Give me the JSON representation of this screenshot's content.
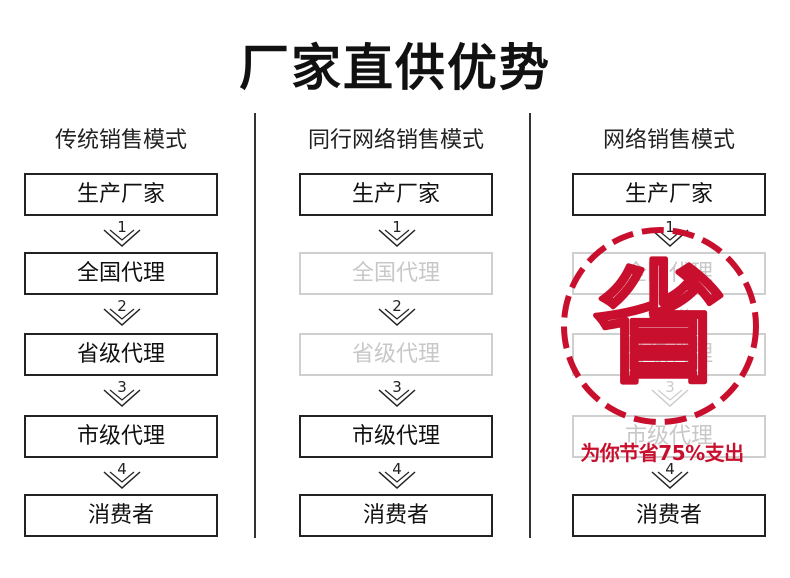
{
  "title": "厂家直供优势",
  "columns": [
    {
      "heading": "传统销售模式",
      "boxes": [
        "生产厂家",
        "全国代理",
        "省级代理",
        "市级代理",
        "消费者"
      ],
      "steps": [
        "1",
        "2",
        "3",
        "4"
      ]
    },
    {
      "heading": "同行网络销售模式",
      "boxes": [
        "生产厂家",
        "全国代理",
        "省级代理",
        "市级代理",
        "消费者"
      ],
      "steps": [
        "1",
        "2",
        "3",
        "4"
      ]
    },
    {
      "heading": "网络销售模式",
      "boxes": [
        "生产厂家",
        "全国代理",
        "省级代理",
        "市级代理",
        "消费者"
      ],
      "steps": [
        "1",
        "2",
        "3",
        "4"
      ]
    }
  ],
  "stamp": {
    "glyph": "省",
    "caption": "为你节省75%支出",
    "color": "#c8102e"
  },
  "colors": {
    "faded": "#cfcfcf",
    "line": "#222222"
  }
}
